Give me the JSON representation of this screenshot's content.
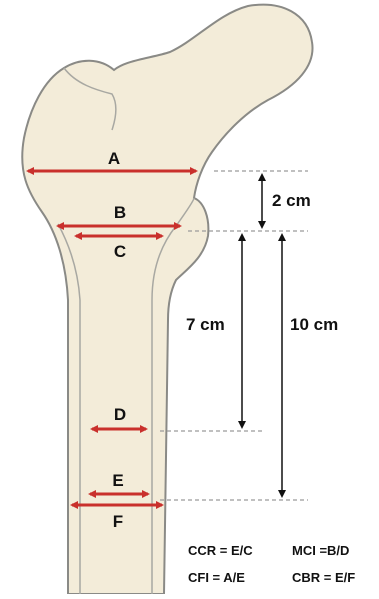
{
  "colors": {
    "bone_fill": "#f3ecd9",
    "bone_outline": "#8a8a86",
    "measure_red": "#c9302c",
    "dim_black": "#111111",
    "guide_grey": "#9a9a9a"
  },
  "measurements": {
    "A": "A",
    "B": "B",
    "C": "C",
    "D": "D",
    "E": "E",
    "F": "F"
  },
  "distances": {
    "d1": "2 cm",
    "d2": "7 cm",
    "d3": "10 cm"
  },
  "indices": {
    "ccr": "CCR = E/C",
    "mci": "MCI =B/D",
    "cfi": "CFI = A/E",
    "cbr": "CBR = E/F"
  }
}
